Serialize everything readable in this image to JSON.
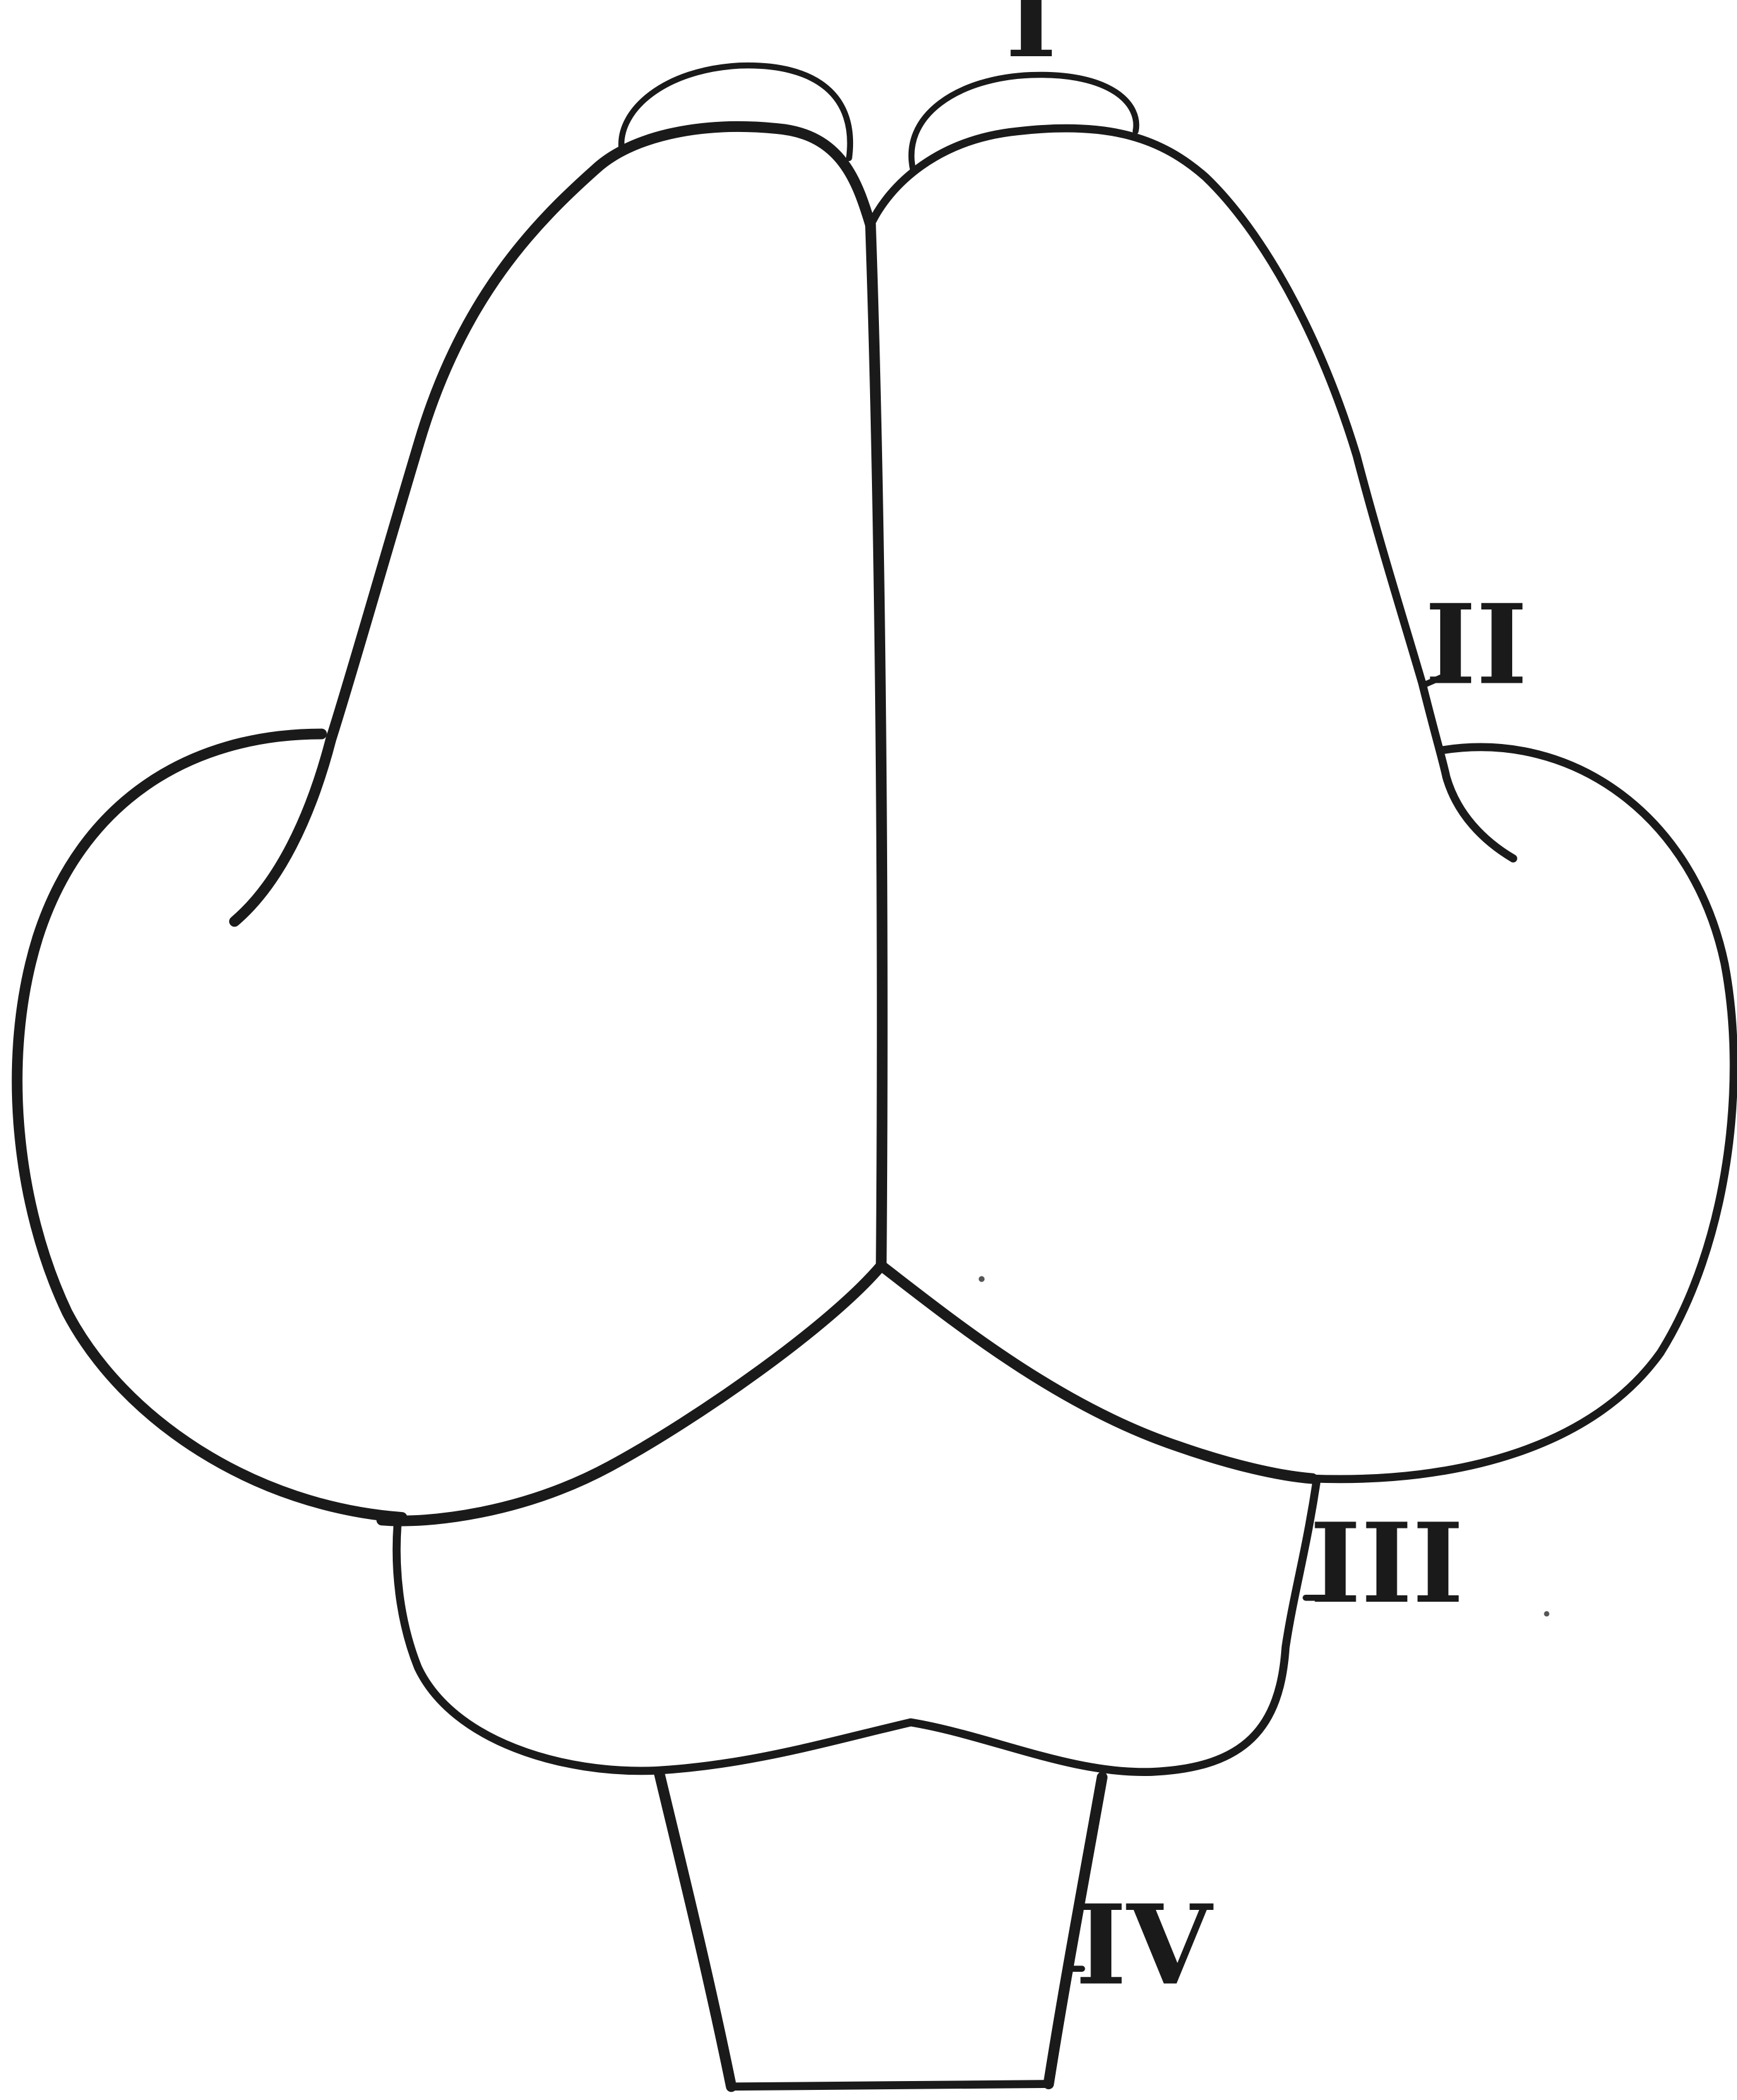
{
  "figure": {
    "labels": {
      "olfactory": "I",
      "cerebrum": "II",
      "optic": "III",
      "medulla": "IV"
    }
  }
}
